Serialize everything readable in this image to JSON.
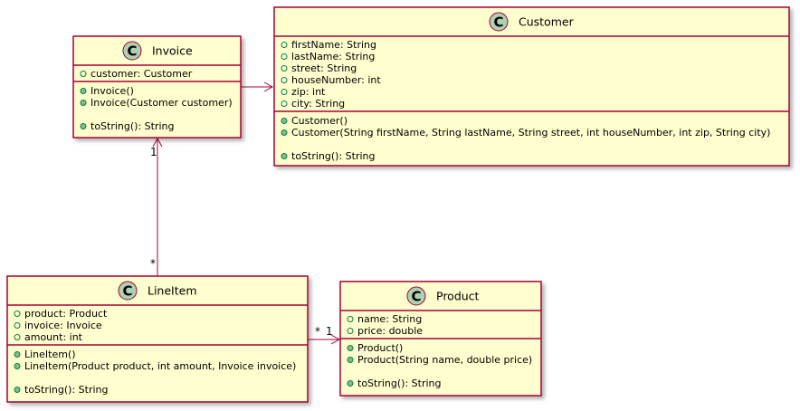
{
  "classes": {
    "invoice": {
      "name": "Invoice",
      "badge": "C",
      "attributes": [
        "customer: Customer"
      ],
      "methods": [
        "Invoice()",
        "Invoice(Customer customer)",
        "",
        "toString(): String"
      ]
    },
    "customer": {
      "name": "Customer",
      "badge": "C",
      "attributes": [
        "firstName: String",
        "lastName: String",
        "street: String",
        "houseNumber: int",
        "zip: int",
        "city: String"
      ],
      "methods": [
        "Customer()",
        "Customer(String firstName, String lastName, String street, int houseNumber, int zip, String city)",
        "",
        "toString(): String"
      ]
    },
    "lineitem": {
      "name": "LineItem",
      "badge": "C",
      "attributes": [
        "product: Product",
        "invoice: Invoice",
        "amount: int"
      ],
      "methods": [
        "LineItem()",
        "LineItem(Product product, int amount, Invoice invoice)",
        "",
        "toString(): String"
      ]
    },
    "product": {
      "name": "Product",
      "badge": "C",
      "attributes": [
        "name: String",
        "price: double"
      ],
      "methods": [
        "Product()",
        "Product(String name, double price)",
        "",
        "toString(): String"
      ]
    }
  },
  "relations": {
    "lineitem_invoice": {
      "from_mult": "*",
      "to_mult": "1"
    },
    "lineitem_product": {
      "from_mult": "*",
      "to_mult": "1"
    }
  },
  "colors": {
    "class_fill": "#FEFECE",
    "border": "#A80036",
    "badge_fill": "#ADD1B2",
    "public_marker": "#84BE84"
  }
}
